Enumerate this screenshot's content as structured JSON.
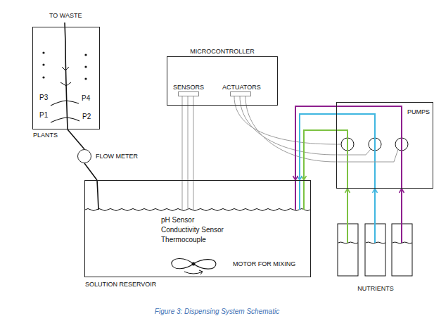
{
  "diagram": {
    "caption": "Figure 3: Dispensing System Schematic",
    "nodes": [
      {
        "text": [
          "PLANTS"
        ]
      },
      {
        "text": [
          "MICROCONTROLLER"
        ]
      },
      {
        "text": [
          "SENSORS"
        ],
        "in": 1
      },
      {
        "text": [
          "ACTUATORS"
        ],
        "in": 1
      },
      {
        "text": [
          "PUMPS"
        ]
      },
      {
        "text": [
          "FLOW METER"
        ]
      },
      {
        "text": [
          "pH Sensor",
          "Conductivity Sensor",
          "Thermocouple",
          "MOTOR FOR MIXING",
          "SOLUTION RESERVOIR"
        ]
      },
      {
        "text": [
          "NUTRIENTS"
        ]
      }
    ],
    "edges": [
      {
        "from": 6,
        "to": 5,
        "arrow": "none"
      },
      {
        "from": 5,
        "to": 0,
        "arrow": "none"
      },
      {
        "from": 2,
        "to": 6,
        "arrow": "none"
      },
      {
        "from": 2,
        "to": 6,
        "arrow": "none"
      },
      {
        "from": 2,
        "to": 6,
        "arrow": "none"
      },
      {
        "from": 3,
        "to": 4,
        "arrow": "none"
      },
      {
        "from": 3,
        "to": 4,
        "arrow": "none"
      },
      {
        "from": 3,
        "to": 4,
        "arrow": "none"
      },
      {
        "from": 7,
        "to": 4,
        "arrow": "to"
      },
      {
        "from": 7,
        "to": 4,
        "arrow": "to"
      },
      {
        "from": 7,
        "to": 4,
        "arrow": "to"
      },
      {
        "from": 4,
        "to": 6,
        "arrow": "to"
      },
      {
        "from": 4,
        "to": 6,
        "arrow": "to"
      },
      {
        "from": 4,
        "to": 6,
        "arrow": "to"
      }
    ],
    "labels": [
      "TO WASTE",
      "P3",
      "P4",
      "P1",
      "P2"
    ]
  }
}
